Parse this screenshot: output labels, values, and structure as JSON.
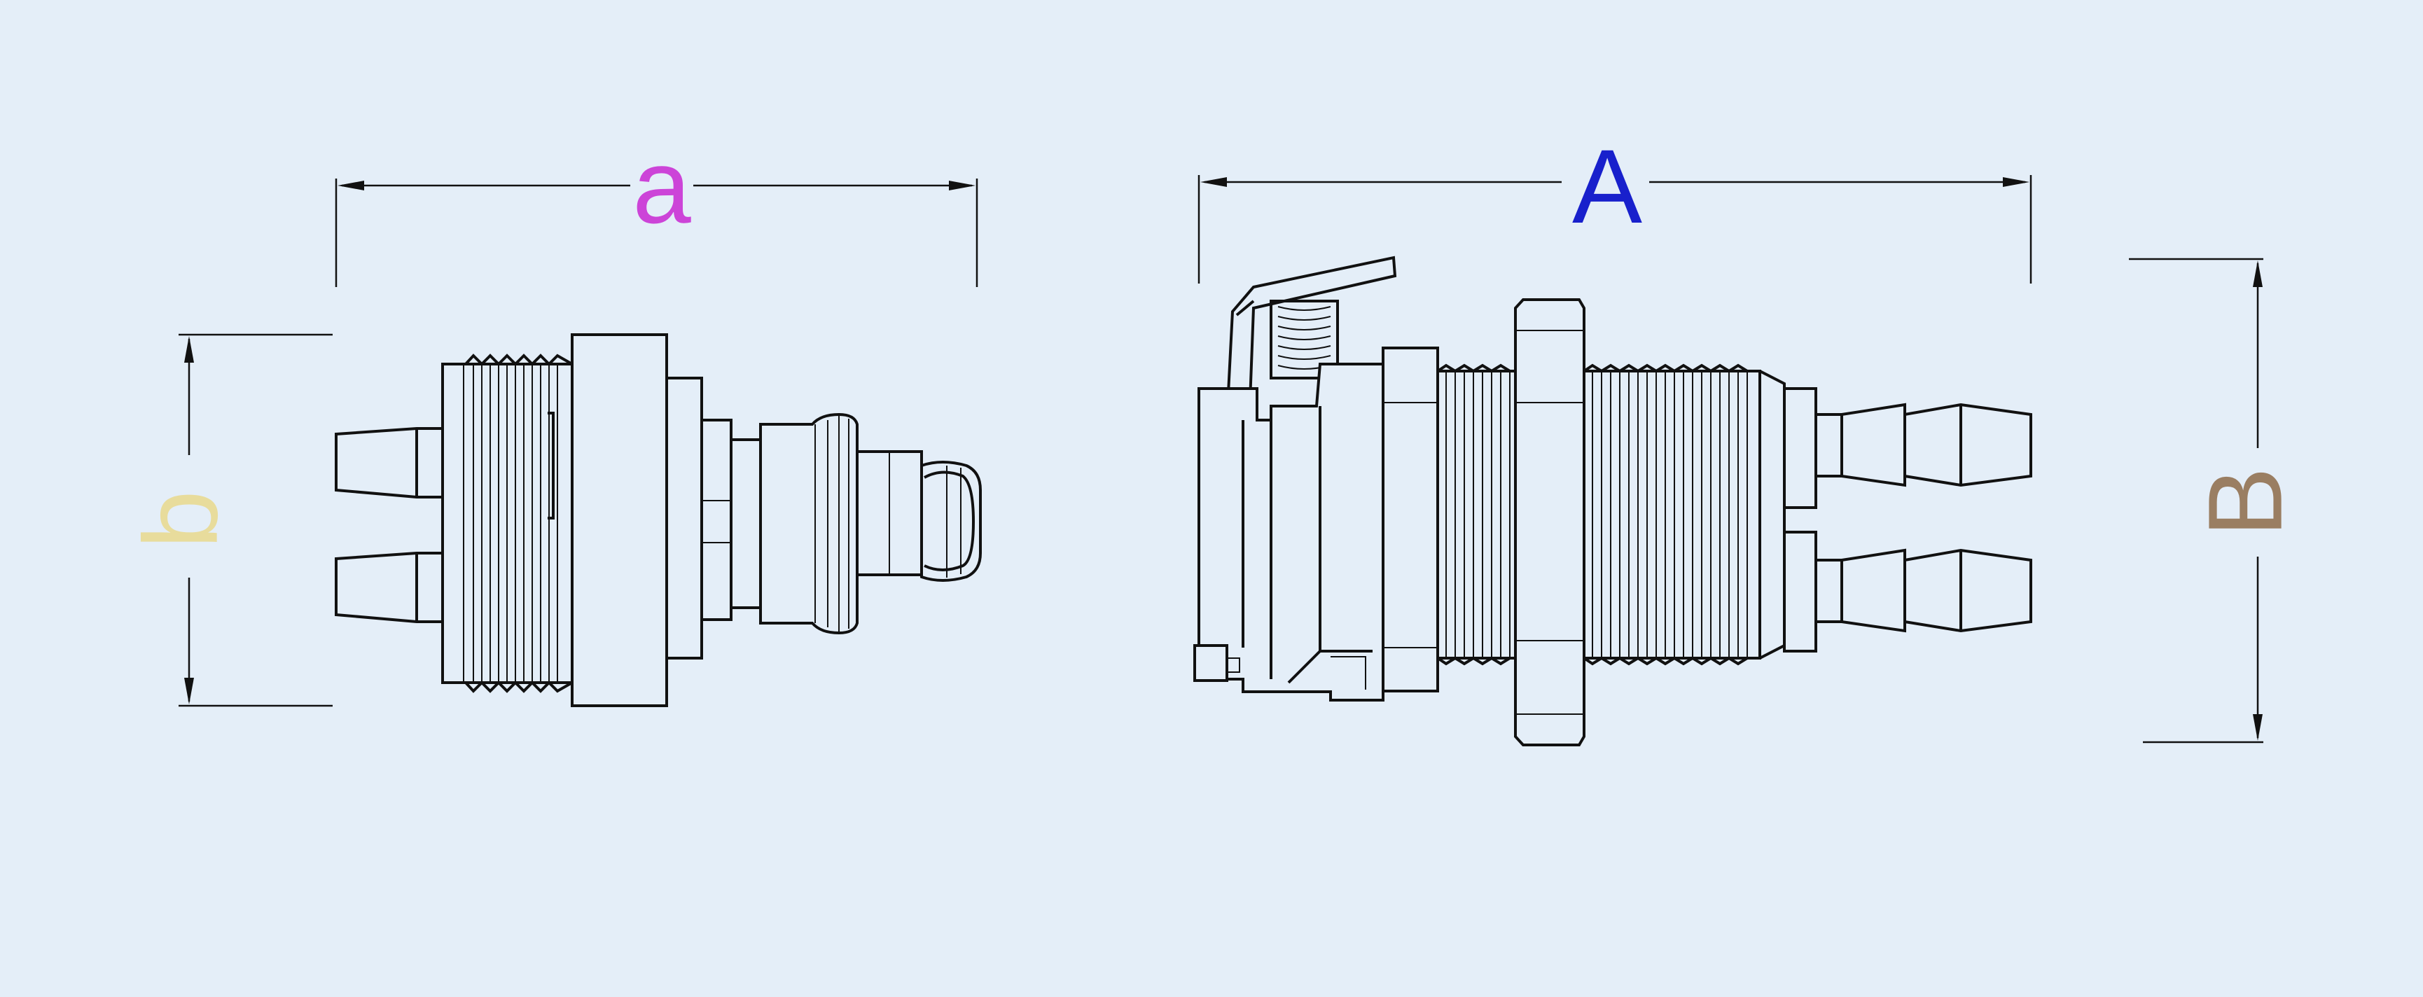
{
  "dimensions": {
    "a": {
      "label": "a",
      "color": "#cc44d8"
    },
    "b": {
      "label": "b",
      "color": "#e8dc9c"
    },
    "A": {
      "label": "A",
      "color": "#1820cc"
    },
    "B": {
      "label": "B",
      "color": "#9a7e62"
    }
  }
}
